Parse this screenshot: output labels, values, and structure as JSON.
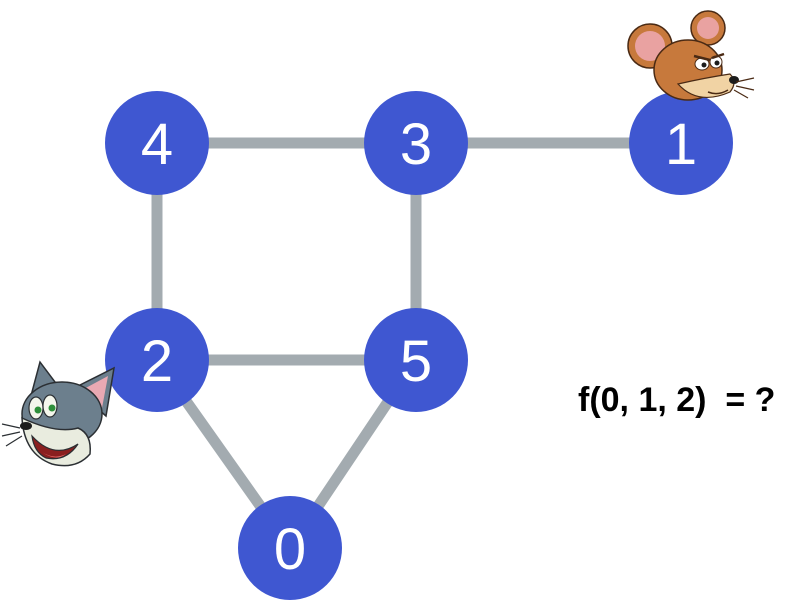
{
  "colors": {
    "node_fill": "#3f57d1",
    "edge": "#a3abb0",
    "tom_body": "#6c7f8d",
    "tom_face": "#e9ecdf",
    "tom_ear_inner": "#e9a9b3",
    "jerry_body": "#c7793c",
    "jerry_face": "#f1d3a4",
    "jerry_ear_inner": "#e9a2a1"
  },
  "nodes": [
    {
      "id": "4",
      "label": "4"
    },
    {
      "id": "3",
      "label": "3"
    },
    {
      "id": "1",
      "label": "1"
    },
    {
      "id": "2",
      "label": "2"
    },
    {
      "id": "5",
      "label": "5"
    },
    {
      "id": "0",
      "label": "0"
    }
  ],
  "edges": [
    [
      "4",
      "3"
    ],
    [
      "3",
      "1"
    ],
    [
      "4",
      "2"
    ],
    [
      "3",
      "5"
    ],
    [
      "2",
      "5"
    ],
    [
      "2",
      "0"
    ],
    [
      "5",
      "0"
    ]
  ],
  "characters": [
    {
      "name": "tom",
      "icon": "cat-head-icon",
      "at_node": "2"
    },
    {
      "name": "jerry",
      "icon": "mouse-head-icon",
      "at_node": "1"
    }
  ],
  "formula": "f(0, 1, 2)  = ?"
}
